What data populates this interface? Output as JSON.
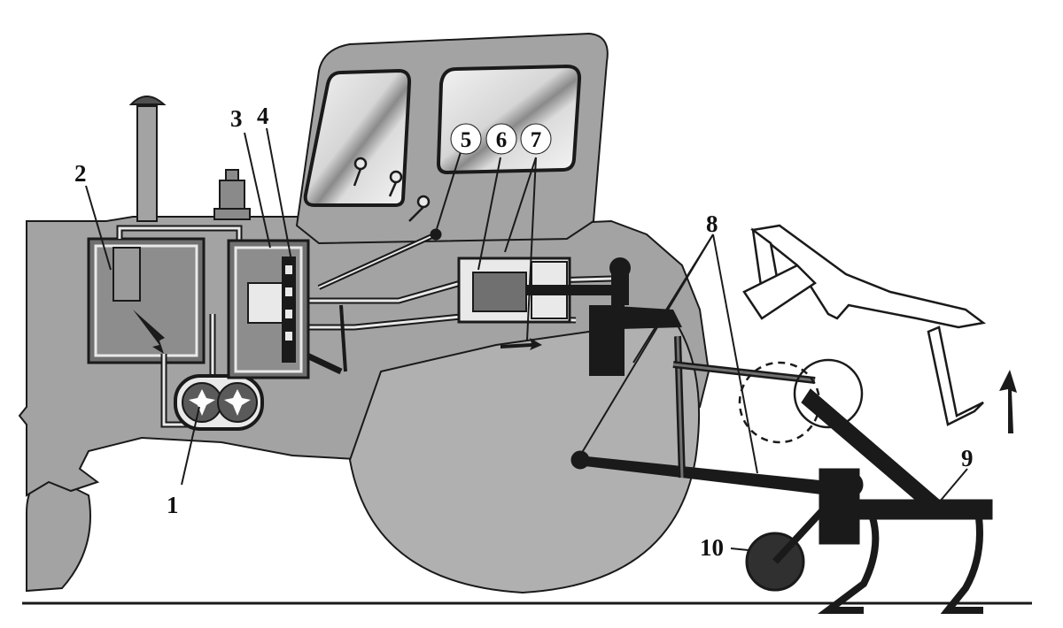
{
  "diagram": {
    "callouts": [
      {
        "id": "1",
        "label": "1"
      },
      {
        "id": "2",
        "label": "2"
      },
      {
        "id": "3",
        "label": "3"
      },
      {
        "id": "4",
        "label": "4"
      },
      {
        "id": "5",
        "label": "5"
      },
      {
        "id": "6",
        "label": "6"
      },
      {
        "id": "7",
        "label": "7"
      },
      {
        "id": "8",
        "label": "8"
      },
      {
        "id": "9",
        "label": "9"
      },
      {
        "id": "10",
        "label": "10"
      }
    ],
    "colors": {
      "body_fill": "#a3a3a3",
      "wheel_fill": "#b0b0b0",
      "tank_fill": "#707070",
      "outline": "#1a1a1a",
      "glass": "#e9e9e9",
      "implement_raised": "#ffffff"
    }
  }
}
